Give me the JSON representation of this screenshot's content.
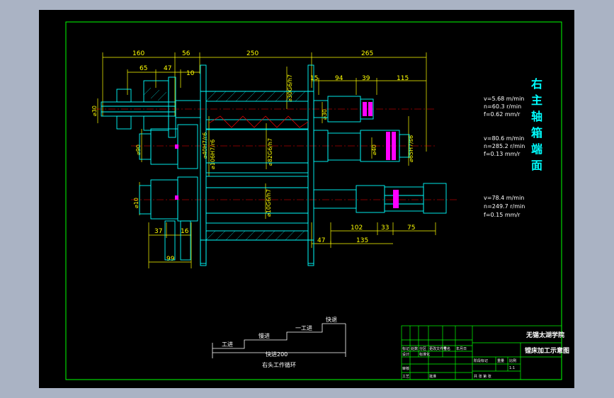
{
  "colors": {
    "background": "#000000",
    "frame": "#00ff00",
    "part": "#00ffff",
    "dim": "#ffff00",
    "text": "#ffffff",
    "hatch": "#ff0000",
    "accent": "#ff00ff",
    "title": "#00ffff"
  },
  "dimensions": {
    "top": [
      "160",
      "56",
      "250",
      "265"
    ],
    "second": [
      "65",
      "47",
      "10",
      "15",
      "94",
      "39",
      "115"
    ],
    "bottom_right": [
      "102",
      "33",
      "75"
    ],
    "bottom_mid": [
      "47",
      "135"
    ],
    "bottom_left": [
      "37",
      "16",
      "99"
    ]
  },
  "diameters": [
    "⌀30",
    "⌀90",
    "⌀10",
    "⌀30G6/h7",
    "⌀40H7/r6",
    "⌀106H7/r6",
    "⌀82G6/h7",
    "⌀30",
    "⌀40",
    "⌀65H7/s6",
    "⌀10G6/h7"
  ],
  "side_title": [
    "右",
    "主",
    "轴",
    "箱",
    "端",
    "面"
  ],
  "params": {
    "group1": [
      "v=5.68 m/min",
      "n=60.3 r/min",
      "f=0.62 mm/r"
    ],
    "group2": [
      "v=80.6 m/min",
      "n=285.2 r/min",
      "f=0.13 mm/r"
    ],
    "group3": [
      "v=78.4 m/min",
      "n=249.7 r/min",
      "f=0.15 mm/r"
    ]
  },
  "cycle": {
    "labels": [
      "工进",
      "慢进",
      "一工进",
      "快退"
    ],
    "total": "快进200",
    "caption": "右头工作循环"
  },
  "title_block": {
    "school": "无锡太湖学院",
    "drawing_name": "镗床加工示意图",
    "row_headers": [
      "标记",
      "处数",
      "分区",
      "更改文件号",
      "签名",
      "年月日"
    ],
    "roles": [
      "设计",
      "标准化",
      "审核",
      "工艺",
      "批准"
    ],
    "stage": "阶段标记",
    "weight": "重量",
    "scale": "比例",
    "scale_value": "1:1",
    "sheets": "共  张  第  张"
  }
}
